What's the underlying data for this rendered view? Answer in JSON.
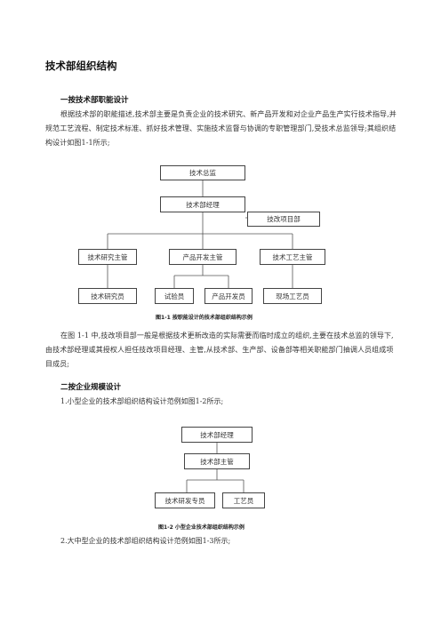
{
  "title": "技术部组织结构",
  "section1": {
    "heading": "一按技术部职能设计",
    "paragraph": "根据技术部的职能描述,技术部主要是负责企业的技术研究、新产品开发和对企业产品生产实行技术指导,并规范工艺流程、制定技术标准、抓好技术管理、实施技术监督与协调的专职管理部门,受技术总监领导;其组织结构设计如图1-1所示;",
    "chart1": {
      "top": "技术总监",
      "manager": "技术部经理",
      "project": "技改项目部",
      "supervisors": [
        "技术研究主管",
        "产品开发主管",
        "技术工艺主管"
      ],
      "staff": [
        "技术研究员",
        "试验员",
        "产品开发员",
        "现场工艺员"
      ]
    },
    "caption1": "图1-1   按职能设计的技术部组织结构示例",
    "paragraph2": "在图 1-1 中,技改项目部一般是根据技术更新改造的实际需要而临时成立的组织,主要在技术总监的领导下,由技术部经理或其授权人担任技改项目经理、主管,从技术部、生产部、设备部等相关职能部门抽调人员组成项目成员;"
  },
  "section2": {
    "heading": "二按企业规模设计",
    "item1": "1.小型企业的技术部组织结构设计范例如图1-2所示;",
    "chart2": {
      "manager": "技术部经理",
      "supervisor": "技术部主管",
      "staff": [
        "技术研发专员",
        "工艺员"
      ]
    },
    "caption2": "图1-2   小型企业技术部组织结构示例",
    "item2": "2.大中型企业的技术部组织结构设计范例如图1-3所示;"
  }
}
